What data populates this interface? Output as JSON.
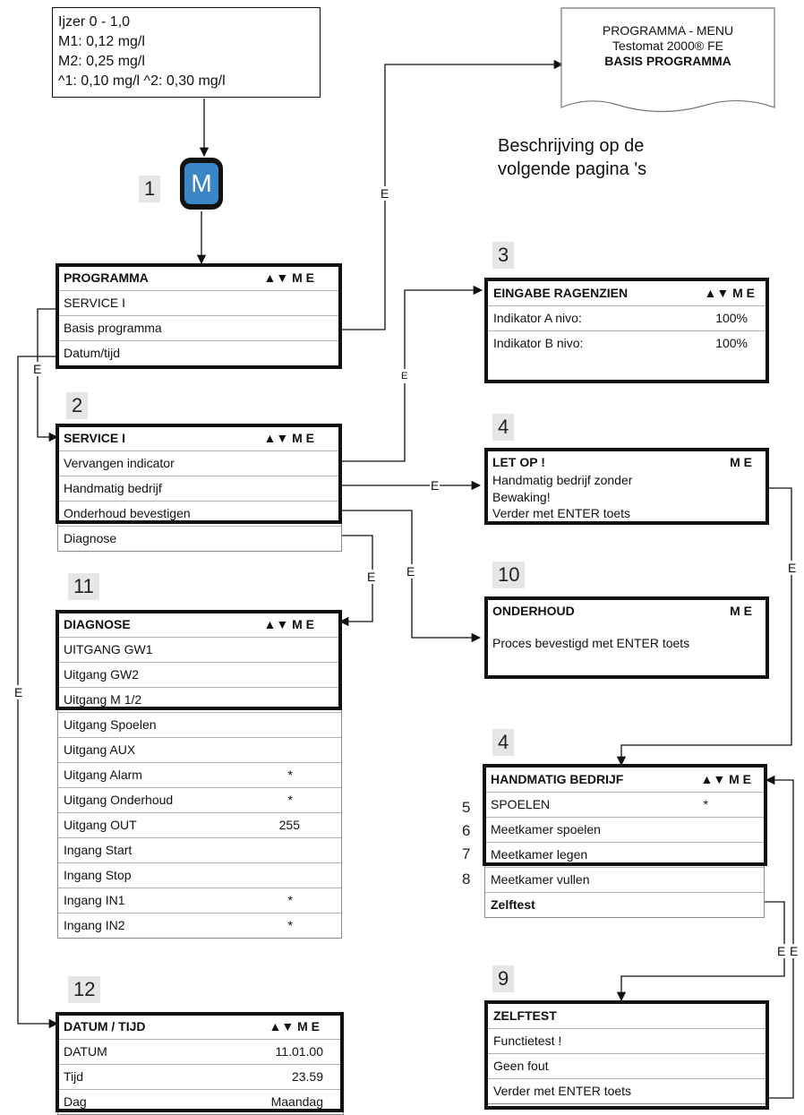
{
  "params": [
    "Ijzer 0 - 1,0",
    "M1: 0,12 mg/l",
    "M2: 0,25 mg/l",
    "^1: 0,10 mg/l  ^2: 0,30 mg/l"
  ],
  "m_key": "M",
  "doc": {
    "line1": "PROGRAMMA - MENU",
    "line2": "Testomat  2000® FE",
    "line3": "BASIS PROGRAMMA"
  },
  "note": {
    "line1": "Beschrijving op de",
    "line2": "volgende pagina 's"
  },
  "edge_label": "E",
  "nav": "▲▼ M E",
  "nums": {
    "n1": "1",
    "n2": "2",
    "n3": "3",
    "n4a": "4",
    "n4b": "4",
    "n9": "9",
    "n10": "10",
    "n11": "11",
    "n12": "12"
  },
  "side_nums": [
    "5",
    "6",
    "7",
    "8"
  ],
  "programma": {
    "title": "PROGRAMMA",
    "items": [
      "SERVICE  I",
      "Basis programma",
      "Datum/tijd"
    ]
  },
  "service": {
    "title": "SERVICE  I",
    "items": [
      "Vervangen indicator",
      "Handmatig bedrijf",
      "Onderhoud bevestigen",
      "Diagnose"
    ]
  },
  "eingabe": {
    "title": "EINGABE RAGENZIEN",
    "rows": [
      {
        "label": "Indikator A nivo:",
        "value": "100%"
      },
      {
        "label": "Indikator B nivo:",
        "value": "100%"
      }
    ]
  },
  "letop": {
    "title": "LET OP !",
    "nav": "M E",
    "lines": [
      "Handmatig bedrijf zonder",
      "Bewaking!",
      "Verder met ENTER toets"
    ]
  },
  "onderhoud": {
    "title": "ONDERHOUD",
    "nav": "M E",
    "text": "Proces bevestigd met ENTER toets"
  },
  "diagnose": {
    "title": "DIAGNOSE",
    "rows": [
      {
        "label": "UITGANG GW1",
        "value": ""
      },
      {
        "label": "Uitgang GW2",
        "value": ""
      },
      {
        "label": "Uitgang M 1/2",
        "value": ""
      },
      {
        "label": "Uitgang Spoelen",
        "value": ""
      },
      {
        "label": "Uitgang AUX",
        "value": ""
      },
      {
        "label": "Uitgang Alarm",
        "value": "*"
      },
      {
        "label": "Uitgang Onderhoud",
        "value": "*"
      },
      {
        "label": "Uitgang OUT",
        "value": "255"
      },
      {
        "label": "Ingang Start",
        "value": ""
      },
      {
        "label": "Ingang Stop",
        "value": ""
      },
      {
        "label": "Ingang IN1",
        "value": "*"
      },
      {
        "label": "Ingang IN2",
        "value": "*"
      }
    ]
  },
  "handmatig": {
    "title": "HANDMATIG BEDRIJF",
    "rows": [
      {
        "label": "SPOELEN",
        "value": "*"
      },
      {
        "label": "Meetkamer spoelen",
        "value": ""
      },
      {
        "label": "Meetkamer legen",
        "value": ""
      },
      {
        "label": "Meetkamer vullen",
        "value": ""
      },
      {
        "label": "Zelftest",
        "value": ""
      }
    ]
  },
  "datum": {
    "title": "DATUM / TIJD",
    "rows": [
      {
        "label": "DATUM",
        "value": "11.01.00"
      },
      {
        "label": "Tijd",
        "value": "23.59"
      },
      {
        "label": "Dag",
        "value": "Maandag"
      }
    ]
  },
  "zelftest": {
    "title": "ZELFTEST",
    "lines": [
      "Functietest !",
      "Geen fout",
      "Verder met ENTER toets"
    ]
  }
}
